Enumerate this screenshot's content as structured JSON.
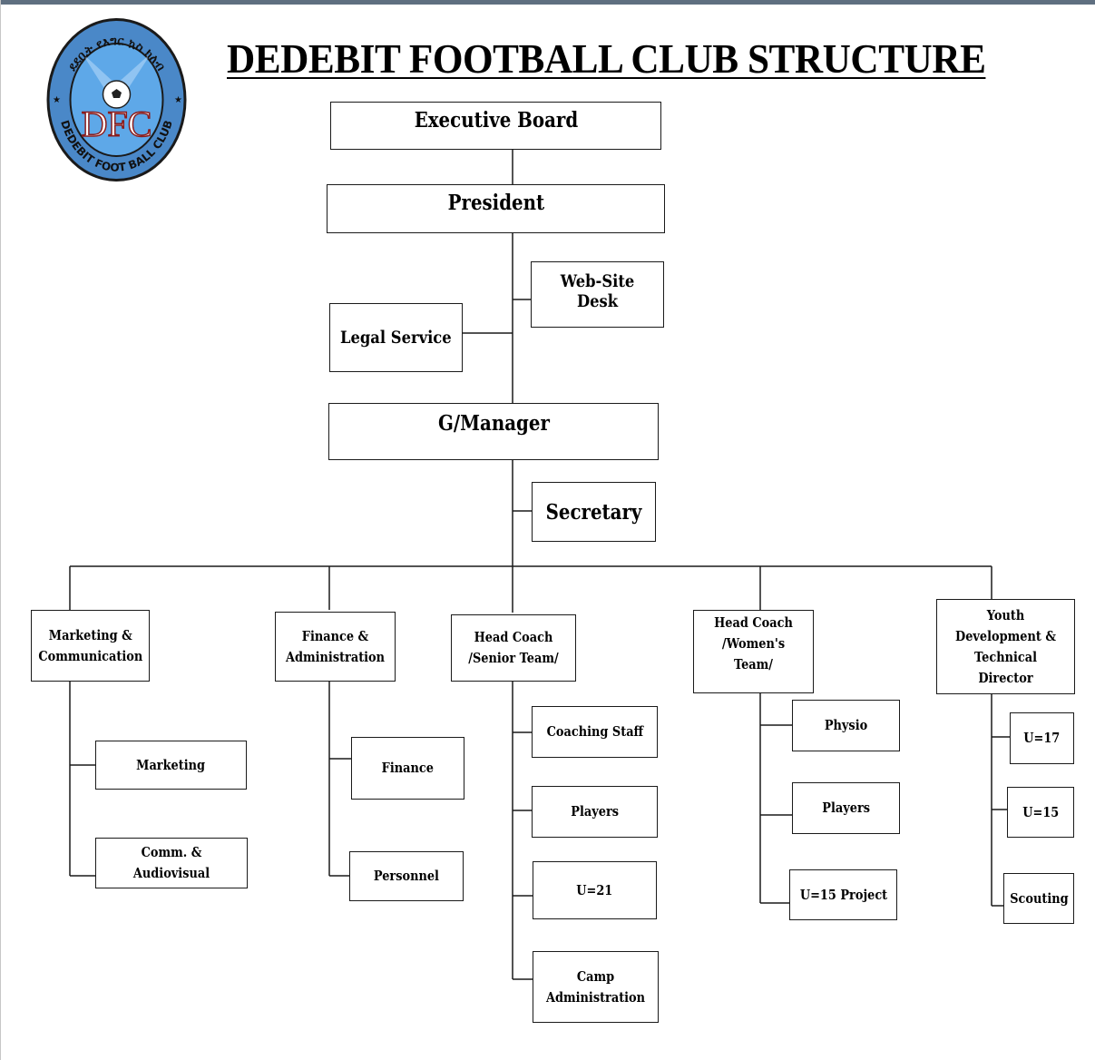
{
  "title": "DEDEBIT FOOTBALL CLUB STRUCTURE",
  "logo": {
    "monogram": "DFC",
    "ring_text": "DEDEBIT FOOT BALL CLUB",
    "amharic_text": "ደደቢት የእግር ኳስ ክለብ",
    "colors": {
      "ring": "#4a88c8",
      "center": "#5ea8e8",
      "ball": "#222222",
      "text": "#111111"
    }
  },
  "nodes": {
    "executive_board": "Executive Board",
    "president": "President",
    "web_site_desk": "Web-Site Desk",
    "legal_service": "Legal Service",
    "g_manager": "G/Manager",
    "secretary": "Secretary",
    "marketing_communication": "Marketing & Communication",
    "finance_administration": "Finance & Administration",
    "head_coach_senior": "Head Coach /Senior Team/",
    "head_coach_women": "Head Coach /Women's Team/",
    "youth_development": "Youth Development & Technical Director",
    "marketing": "Marketing",
    "comm_audiovisual": "Comm. & Audiovisual",
    "finance": "Finance",
    "personnel": "Personnel",
    "coaching_staff": "Coaching Staff",
    "players_senior": "Players",
    "u21": "U=21",
    "camp_administration": "Camp Administration",
    "physio": "Physio",
    "players_women": "Players",
    "u15_project": "U=15 Project",
    "u17": "U=17",
    "u15": "U=15",
    "scouting": "Scouting"
  }
}
